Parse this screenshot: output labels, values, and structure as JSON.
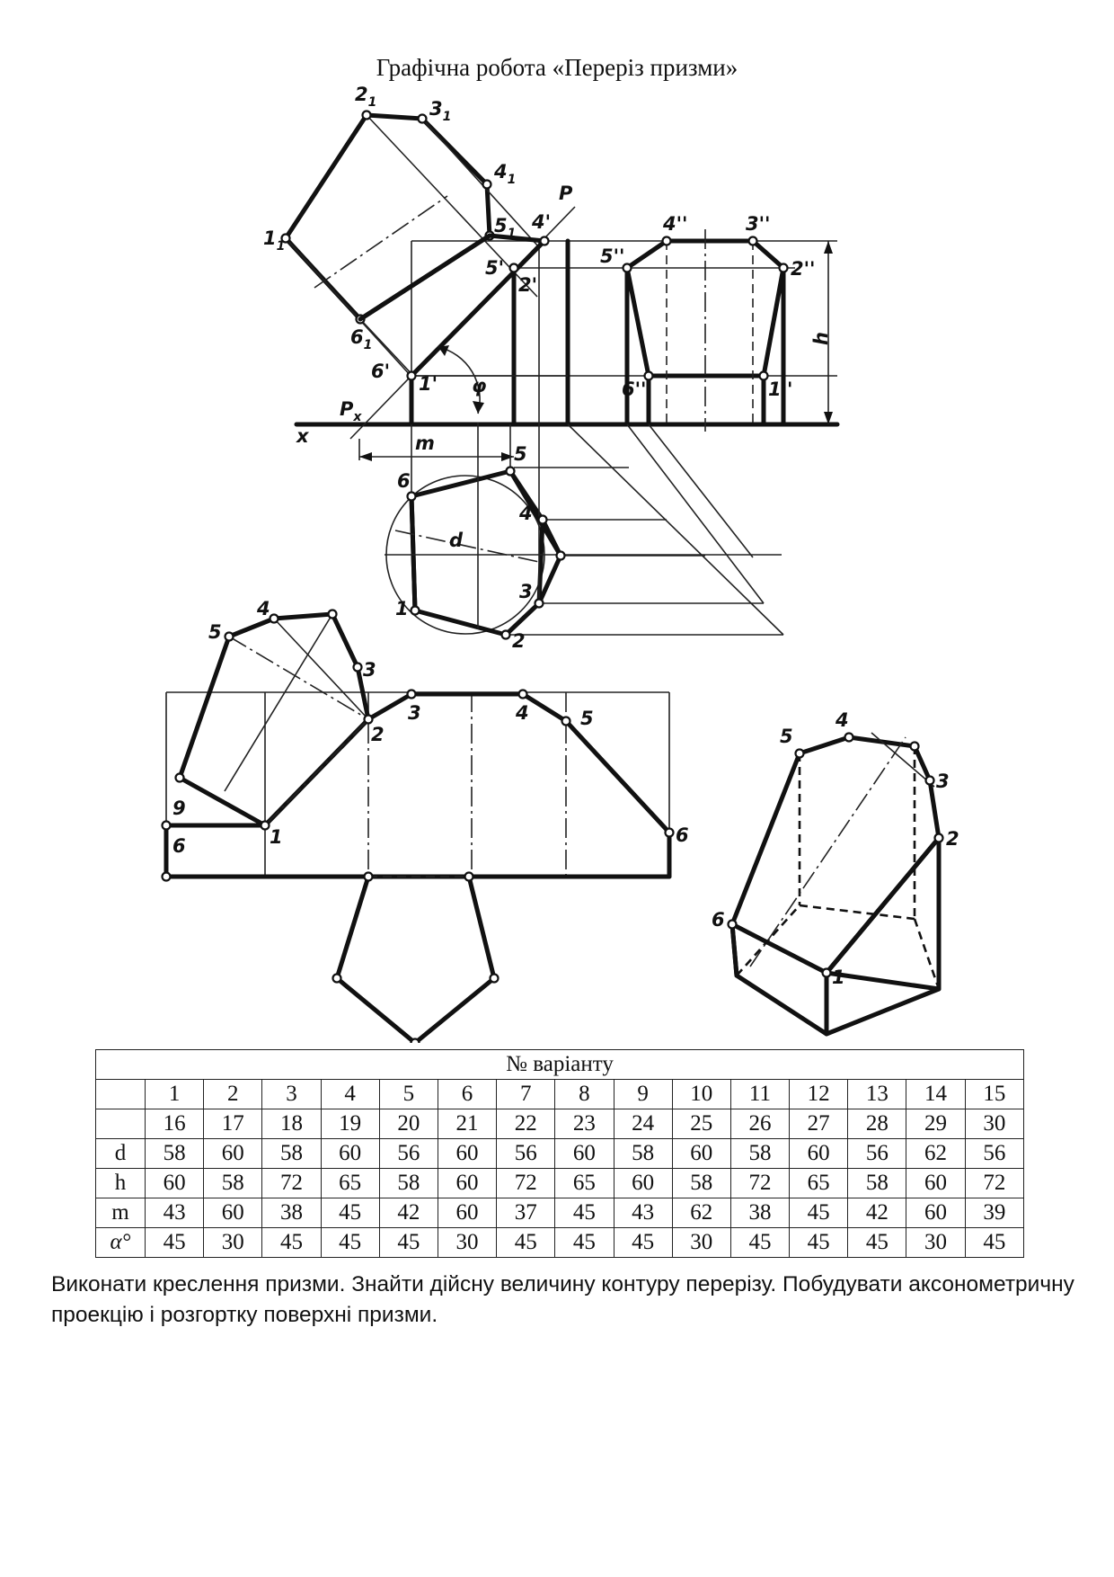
{
  "document": {
    "title": "Графічна робота «Переріз призми»",
    "task_text": "Виконати креслення призми. Знайти дійсну величину контуру перерізу. Побудувати аксонометричну проекцію і розгортку поверхні призми."
  },
  "drawing": {
    "labels": {
      "sec_1": "1",
      "sec_2": "2",
      "sec_3": "3",
      "sec_4": "4",
      "sec_5": "5",
      "sec_6": "6",
      "sub_1": "1",
      "plane_p": "P",
      "plane_px": "P",
      "sub_x": "x",
      "axis_x": "x",
      "front_1": "1'",
      "front_2": "2'",
      "front_4": "4'",
      "front_5": "5'",
      "front_6": "6'",
      "phi": "φ",
      "side_2": "2''",
      "side_3": "3''",
      "side_4": "4''",
      "side_5": "5''",
      "side_6": "6''",
      "side_1": "1''",
      "dim_h": "h",
      "dim_m": "m",
      "dim_d": "d",
      "top_1": "1",
      "top_2": "2",
      "top_3": "3",
      "top_4": "4",
      "top_5": "5",
      "top_6": "6",
      "dev_1": "1",
      "dev_2": "2",
      "dev_3": "3",
      "dev_4": "4",
      "dev_5": "5",
      "dev_6": "6",
      "dev_9": "9",
      "dev_6b": "6",
      "dev_fa": "5",
      "dev_fb": "4",
      "dev_fc": "3",
      "axo_1": "1",
      "axo_2": "2",
      "axo_3": "3",
      "axo_4": "4",
      "axo_5": "5",
      "axo_6": "6"
    }
  },
  "table": {
    "header": "№ варіанту",
    "variants_row1": [
      "1",
      "2",
      "3",
      "4",
      "5",
      "6",
      "7",
      "8",
      "9",
      "10",
      "11",
      "12",
      "13",
      "14",
      "15"
    ],
    "variants_row2": [
      "16",
      "17",
      "18",
      "19",
      "20",
      "21",
      "22",
      "23",
      "24",
      "25",
      "26",
      "27",
      "28",
      "29",
      "30"
    ],
    "rows": [
      {
        "label": "d",
        "values": [
          "58",
          "60",
          "58",
          "60",
          "56",
          "60",
          "56",
          "60",
          "58",
          "60",
          "58",
          "60",
          "56",
          "62",
          "56"
        ]
      },
      {
        "label": "h",
        "values": [
          "60",
          "58",
          "72",
          "65",
          "58",
          "60",
          "72",
          "65",
          "60",
          "58",
          "72",
          "65",
          "58",
          "60",
          "72"
        ]
      },
      {
        "label": "m",
        "values": [
          "43",
          "60",
          "38",
          "45",
          "42",
          "60",
          "37",
          "45",
          "43",
          "62",
          "38",
          "45",
          "42",
          "60",
          "39"
        ]
      },
      {
        "label": "α°",
        "values": [
          "45",
          "30",
          "45",
          "45",
          "45",
          "30",
          "45",
          "45",
          "45",
          "30",
          "45",
          "45",
          "45",
          "30",
          "45"
        ]
      }
    ]
  }
}
